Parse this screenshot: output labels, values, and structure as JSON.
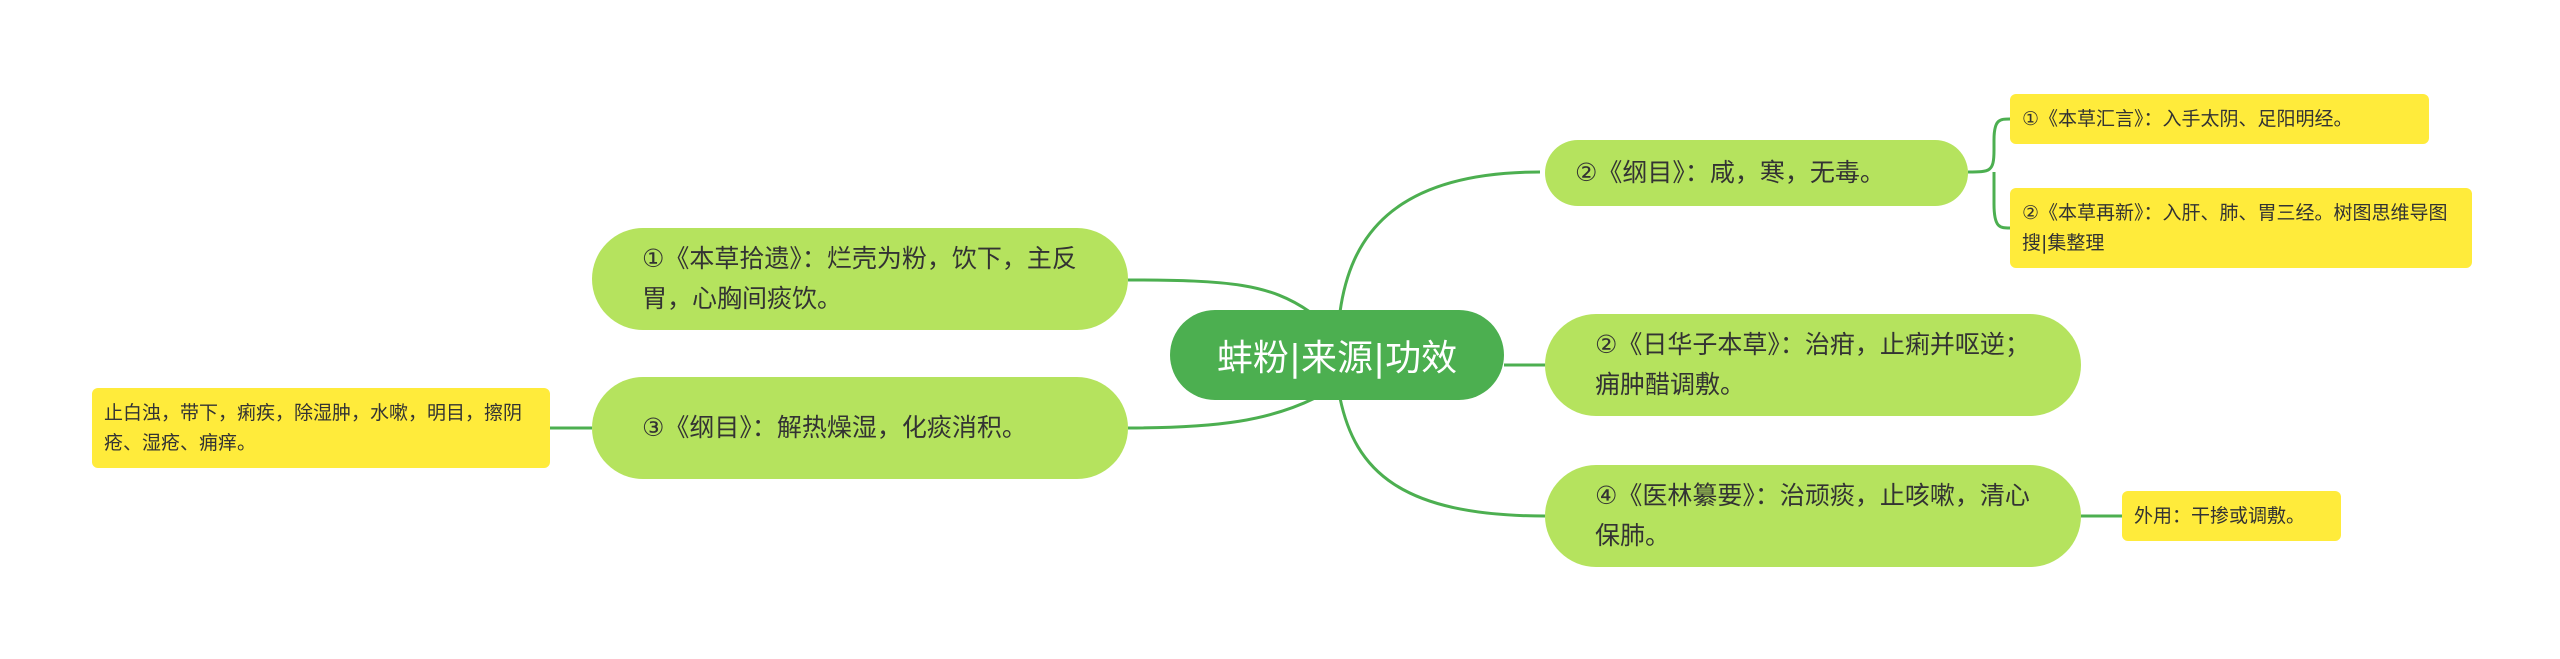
{
  "root": {
    "label": "蚌粉|来源|功效"
  },
  "branches": [
    {
      "id": "r1",
      "label": "②《纲目》：咸，寒，无毒。"
    },
    {
      "id": "r2",
      "label": "②《日华子本草》：治疳，止痢并呕逆；痈肿醋调敷。"
    },
    {
      "id": "r3",
      "label": "④《医林纂要》：治顽痰，止咳嗽，清心保肺。"
    },
    {
      "id": "l1",
      "label": "①《本草拾遗》：烂壳为粉，饮下，主反胃，心胸间痰饮。"
    },
    {
      "id": "l2",
      "label": "③《纲目》：解热燥湿，化痰消积。"
    }
  ],
  "leaves": [
    {
      "id": "r1a",
      "label": "①《本草汇言》：入手太阴、足阳明经。"
    },
    {
      "id": "r1b",
      "label": "②《本草再新》：入肝、肺、胃三经。树图思维导图搜|集整理"
    },
    {
      "id": "r3a",
      "label": "外用：干掺或调敷。"
    },
    {
      "id": "l2a",
      "label": "止白浊，带下，痢疾，除湿肿，水嗽，明目，擦阴疮、湿疮、痈痒。"
    }
  ],
  "colors": {
    "root_fill": "#4caf50",
    "branch_fill": "#b5e35e",
    "leaf_fill": "#ffeb3b",
    "link": "#4caf50"
  }
}
